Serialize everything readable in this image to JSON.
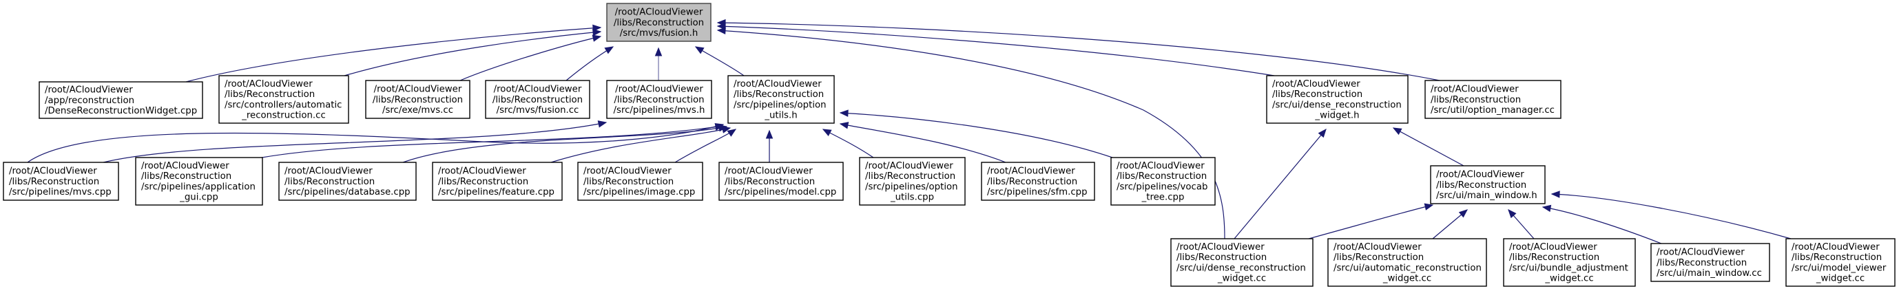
{
  "title": "/root/ACloudViewer/libs/Reconstruction/src/mvs/fusion.h include dependency graph",
  "colors": {
    "edge": "#191970",
    "root_fill": "#bfbfbf",
    "node_fill": "#ffffff",
    "node_border": "#000000"
  },
  "nodes": [
    {
      "id": "root",
      "lines": [
        "/root/ACloudViewer",
        "/libs/Reconstruction",
        "/src/mvs/fusion.h"
      ],
      "align": "center",
      "is_root": true
    },
    {
      "id": "dense_widget_app",
      "lines": [
        "/root/ACloudViewer",
        "/app/reconstruction",
        "/DenseReconstructionWidget.cpp"
      ],
      "align": "left"
    },
    {
      "id": "auto_recon_controller",
      "lines": [
        "/root/ACloudViewer",
        "/libs/Reconstruction",
        "/src/controllers/automatic",
        "_reconstruction.cc"
      ],
      "align": "left-last-center"
    },
    {
      "id": "exe_mvs",
      "lines": [
        "/root/ACloudViewer",
        "/libs/Reconstruction",
        "/src/exe/mvs.cc"
      ],
      "align": "center"
    },
    {
      "id": "fusion_cc",
      "lines": [
        "/root/ACloudViewer",
        "/libs/Reconstruction",
        "/src/mvs/fusion.cc"
      ],
      "align": "center"
    },
    {
      "id": "pipelines_mvs_h",
      "lines": [
        "/root/ACloudViewer",
        "/libs/Reconstruction",
        "/src/pipelines/mvs.h"
      ],
      "align": "center"
    },
    {
      "id": "option_utils_h",
      "lines": [
        "/root/ACloudViewer",
        "/libs/Reconstruction",
        "/src/pipelines/option",
        "_utils.h"
      ],
      "align": "left-last-center"
    },
    {
      "id": "dense_widget_h",
      "lines": [
        "/root/ACloudViewer",
        "/libs/Reconstruction",
        "/src/ui/dense_reconstruction",
        "_widget.h"
      ],
      "align": "left-last-center"
    },
    {
      "id": "option_manager",
      "lines": [
        "/root/ACloudViewer",
        "/libs/Reconstruction",
        "/src/util/option_manager.cc"
      ],
      "align": "left"
    },
    {
      "id": "pipelines_mvs_cpp",
      "lines": [
        "/root/ACloudViewer",
        "/libs/Reconstruction",
        "/src/pipelines/mvs.cpp"
      ],
      "align": "left"
    },
    {
      "id": "application_gui",
      "lines": [
        "/root/ACloudViewer",
        "/libs/Reconstruction",
        "/src/pipelines/application",
        "_gui.cpp"
      ],
      "align": "left-last-center"
    },
    {
      "id": "database_cpp",
      "lines": [
        "/root/ACloudViewer",
        "/libs/Reconstruction",
        "/src/pipelines/database.cpp"
      ],
      "align": "left"
    },
    {
      "id": "feature_cpp",
      "lines": [
        "/root/ACloudViewer",
        "/libs/Reconstruction",
        "/src/pipelines/feature.cpp"
      ],
      "align": "left"
    },
    {
      "id": "image_cpp",
      "lines": [
        "/root/ACloudViewer",
        "/libs/Reconstruction",
        "/src/pipelines/image.cpp"
      ],
      "align": "left"
    },
    {
      "id": "model_cpp",
      "lines": [
        "/root/ACloudViewer",
        "/libs/Reconstruction",
        "/src/pipelines/model.cpp"
      ],
      "align": "left"
    },
    {
      "id": "option_utils_cpp",
      "lines": [
        "/root/ACloudViewer",
        "/libs/Reconstruction",
        "/src/pipelines/option",
        "_utils.cpp"
      ],
      "align": "left-last-center"
    },
    {
      "id": "sfm_cpp",
      "lines": [
        "/root/ACloudViewer",
        "/libs/Reconstruction",
        "/src/pipelines/sfm.cpp"
      ],
      "align": "left"
    },
    {
      "id": "vocab_tree_cpp",
      "lines": [
        "/root/ACloudViewer",
        "/libs/Reconstruction",
        "/src/pipelines/vocab",
        "_tree.cpp"
      ],
      "align": "left-last-center"
    },
    {
      "id": "main_window_h",
      "lines": [
        "/root/ACloudViewer",
        "/libs/Reconstruction",
        "/src/ui/main_window.h"
      ],
      "align": "left"
    },
    {
      "id": "dense_widget_cc",
      "lines": [
        "/root/ACloudViewer",
        "/libs/Reconstruction",
        "/src/ui/dense_reconstruction",
        "_widget.cc"
      ],
      "align": "left-last-center"
    },
    {
      "id": "auto_widget_cc",
      "lines": [
        "/root/ACloudViewer",
        "/libs/Reconstruction",
        "/src/ui/automatic_reconstruction",
        "_widget.cc"
      ],
      "align": "left-last-center"
    },
    {
      "id": "bundle_widget_cc",
      "lines": [
        "/root/ACloudViewer",
        "/libs/Reconstruction",
        "/src/ui/bundle_adjustment",
        "_widget.cc"
      ],
      "align": "left-last-center"
    },
    {
      "id": "main_window_cc",
      "lines": [
        "/root/ACloudViewer",
        "/libs/Reconstruction",
        "/src/ui/main_window.cc"
      ],
      "align": "left"
    },
    {
      "id": "model_viewer_cc",
      "lines": [
        "/root/ACloudViewer",
        "/libs/Reconstruction",
        "/src/ui/model_viewer",
        "_widget.cc"
      ],
      "align": "left-last-center"
    }
  ],
  "edges": [
    {
      "from": "dense_widget_app",
      "to": "root"
    },
    {
      "from": "auto_recon_controller",
      "to": "root"
    },
    {
      "from": "exe_mvs",
      "to": "root"
    },
    {
      "from": "fusion_cc",
      "to": "root"
    },
    {
      "from": "pipelines_mvs_h",
      "to": "root"
    },
    {
      "from": "option_utils_h",
      "to": "root"
    },
    {
      "from": "dense_widget_h",
      "to": "root"
    },
    {
      "from": "option_manager",
      "to": "root"
    },
    {
      "from": "dense_widget_cc",
      "to": "root"
    },
    {
      "from": "pipelines_mvs_cpp",
      "to": "pipelines_mvs_h"
    },
    {
      "from": "pipelines_mvs_cpp",
      "to": "option_utils_h"
    },
    {
      "from": "application_gui",
      "to": "option_utils_h"
    },
    {
      "from": "database_cpp",
      "to": "option_utils_h"
    },
    {
      "from": "feature_cpp",
      "to": "option_utils_h"
    },
    {
      "from": "image_cpp",
      "to": "option_utils_h"
    },
    {
      "from": "model_cpp",
      "to": "option_utils_h"
    },
    {
      "from": "option_utils_cpp",
      "to": "option_utils_h"
    },
    {
      "from": "sfm_cpp",
      "to": "option_utils_h"
    },
    {
      "from": "vocab_tree_cpp",
      "to": "option_utils_h"
    },
    {
      "from": "dense_widget_cc",
      "to": "dense_widget_h"
    },
    {
      "from": "main_window_h",
      "to": "dense_widget_h"
    },
    {
      "from": "dense_widget_cc",
      "to": "main_window_h"
    },
    {
      "from": "auto_widget_cc",
      "to": "main_window_h"
    },
    {
      "from": "bundle_widget_cc",
      "to": "main_window_h"
    },
    {
      "from": "main_window_cc",
      "to": "main_window_h"
    },
    {
      "from": "model_viewer_cc",
      "to": "main_window_h"
    }
  ]
}
